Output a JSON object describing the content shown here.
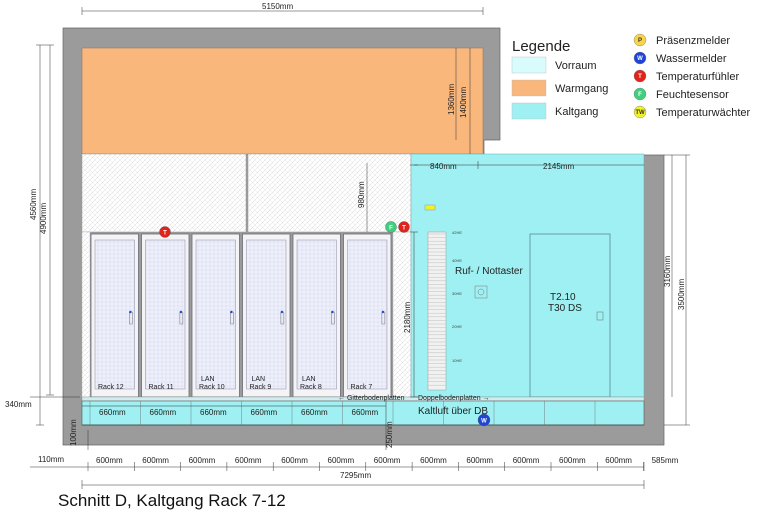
{
  "caption": "Schnitt D, Kaltgang Rack 7-12",
  "legend": {
    "title": "Legende",
    "areas": [
      {
        "label": "Vorraum",
        "color": "#d8fbfc"
      },
      {
        "label": "Warmgang",
        "color": "#f9b77c"
      },
      {
        "label": "Kaltgang",
        "color": "#9ff0f2"
      }
    ],
    "sensors": [
      {
        "symbol": "P",
        "label": "Präsenzmelder",
        "color": "#f7d44a",
        "text_color": "#333333"
      },
      {
        "symbol": "W",
        "label": "Wassermelder",
        "color": "#1f44d8",
        "text_color": "#ffffff"
      },
      {
        "symbol": "T",
        "label": "Temperaturfühler",
        "color": "#e0231b",
        "text_color": "#ffffff"
      },
      {
        "symbol": "F",
        "label": "Feuchtesensor",
        "color": "#3fcf7f",
        "text_color": "#ffffff"
      },
      {
        "symbol": "TW",
        "label": "Temperaturwächter",
        "color": "#f2f02a",
        "text_color": "#333333"
      }
    ]
  },
  "dimensions": {
    "top_width": "5150mm",
    "warm_h1": "1360mm",
    "warm_h2": "1400mm",
    "left_h1": "4560mm",
    "left_h2": "4900mm",
    "left_floor": "340mm",
    "left_bottom": "100mm",
    "right_h1": "3160mm",
    "right_h2": "3500mm",
    "vorraum_w1": "840mm",
    "vorraum_w2": "2145mm",
    "rack_top_gap": "980mm",
    "door_height": "2180mm",
    "floor_250": "250mm",
    "total_width": "7295mm",
    "wall_110": "110mm",
    "rack_widths": [
      "660mm",
      "660mm",
      "660mm",
      "660mm",
      "660mm",
      "660mm"
    ],
    "tiles": [
      "600mm",
      "600mm",
      "600mm",
      "600mm",
      "600mm",
      "600mm",
      "600mm",
      "600mm",
      "600mm",
      "600mm",
      "600mm",
      "600mm",
      "585mm"
    ]
  },
  "racks": [
    "Rack 12",
    "Rack 11",
    "Rack 10",
    "Rack 9",
    "Rack 8",
    "Rack 7"
  ],
  "rack_prefix": [
    "",
    "",
    "LAN",
    "LAN",
    "LAN",
    ""
  ],
  "labels": {
    "ruf": "Ruf- / Nottaster",
    "door_line1": "T2.10",
    "door_line2": "T30 DS",
    "kaltluft": "Kaltluft über DB",
    "gitterboden": "← Gitterbodenplatten",
    "doppelboden": "Doppelbodenplatten →"
  },
  "sensors_placed": {
    "t_top": "T",
    "f_label": "F",
    "t_label": "T",
    "w_label": "W"
  },
  "rack_units": [
    "40HE",
    "30HE",
    "20HE",
    "10HE"
  ],
  "rack_unit_top": "42HE"
}
